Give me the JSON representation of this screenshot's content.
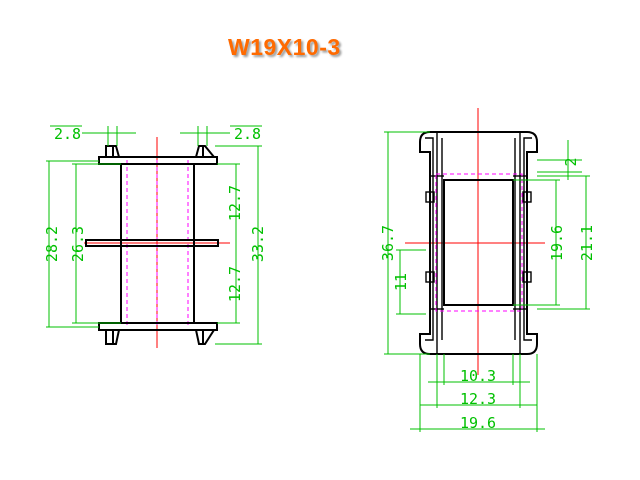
{
  "title": "W19X10-3",
  "colors": {
    "title": "#ff6a00",
    "dimension": "#00c000",
    "outline": "#000000",
    "centerline": "#ff0000",
    "hidden": "#ff00ff"
  },
  "side_view": {
    "pin_width_left": "2.8",
    "pin_width_right": "2.8",
    "overall_height_left": "28.2",
    "inner_height": "26.3",
    "upper_section": "12.7",
    "lower_section": "12.7",
    "overall_height_right": "33.2"
  },
  "front_view": {
    "overall_height": "36.7",
    "slot_height": "11",
    "pin_gap": "2",
    "window_height": "19.6",
    "flange_height": "21.1",
    "window_width": "10.3",
    "inner_width": "12.3",
    "overall_width": "19.6"
  }
}
